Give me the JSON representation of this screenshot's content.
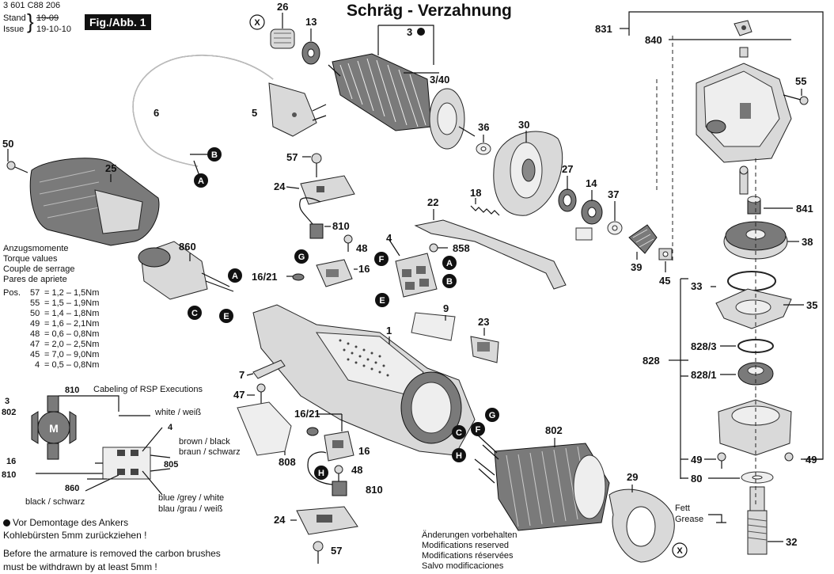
{
  "header": {
    "doc_number": "3 601 C88 206",
    "stand_label": "Stand",
    "issue_label": "Issue",
    "stand_date": "19-09",
    "issue_date": "19-10-10",
    "fig_label": "Fig./Abb. 1",
    "title": "Schräg - Verzahnung"
  },
  "torque": {
    "heading": [
      "Anzugsmomente",
      "Torque values",
      "Couple de serrage",
      "Pares de apriete"
    ],
    "pos_label": "Pos.",
    "rows": [
      {
        "pos": "57",
        "range": "= 1,2  –  1,5Nm"
      },
      {
        "pos": "55",
        "range": "= 1,5  –  1,9Nm"
      },
      {
        "pos": "50",
        "range": "= 1,4  –  1,8Nm"
      },
      {
        "pos": "49",
        "range": "= 1,6  –  2,1Nm"
      },
      {
        "pos": "48",
        "range": "= 0,6  –  0,8Nm"
      },
      {
        "pos": "47",
        "range": "= 2,0  –  2,5Nm"
      },
      {
        "pos": "45",
        "range": "= 7,0  –  9,0Nm"
      },
      {
        "pos": "4",
        "range": "= 0,5  –  0,8Nm"
      }
    ]
  },
  "wiring": {
    "caption": "Cabeling of RSP Executions",
    "white": "white / weiß",
    "brown": "brown / black",
    "braun": "braun / schwarz",
    "blue": "blue /grey / white",
    "blau": "blau /grau / weiß",
    "black": "black / schwarz",
    "motor": "M",
    "labels": [
      "3",
      "802",
      "810",
      "16",
      "810",
      "4",
      "805",
      "860"
    ]
  },
  "notes": {
    "de_1": "Vor Demontage des Ankers",
    "de_2": "Kohlebürsten 5mm zurückziehen !",
    "en_1": "Before the armature is removed the carbon brushes",
    "en_2": "must be withdrawn by at least 5mm !",
    "changes": [
      "Änderungen vorbehalten",
      "Modifications reserved",
      "Modifications réservées",
      "Salvo modificaciones"
    ],
    "fett": "Fett",
    "grease": "Grease"
  },
  "callouts": {
    "n26": "26",
    "n13": "13",
    "n3": "3",
    "n3_40": "3/40",
    "n5": "5",
    "n6": "6",
    "n50": "50",
    "n25": "25",
    "n57a": "57",
    "n24a": "24",
    "n810a": "810",
    "n48a": "48",
    "n858": "858",
    "n4": "4",
    "n22": "22",
    "n18": "18",
    "n36": "36",
    "n30": "30",
    "n27": "27",
    "n14": "14",
    "n37": "37",
    "n39": "39",
    "n45": "45",
    "n860": "860",
    "n16_21a": "16/21",
    "n16a": "16",
    "n9": "9",
    "n1": "1",
    "n23": "23",
    "n7": "7",
    "n47": "47",
    "n808": "808",
    "n16_21b": "16/21",
    "n16b": "16",
    "n48b": "48",
    "n810b": "810",
    "n24b": "24",
    "n57b": "57",
    "n802": "802",
    "n29": "29",
    "n831": "831",
    "n840": "840",
    "n55": "55",
    "n841": "841",
    "n38": "38",
    "n33": "33",
    "n35": "35",
    "n828": "828",
    "n828_3": "828/3",
    "n828_1": "828/1",
    "n49a": "49",
    "n49b": "49",
    "n80": "80",
    "n32": "32"
  },
  "letters": {
    "A": "A",
    "B": "B",
    "C": "C",
    "E": "E",
    "F": "F",
    "G": "G",
    "H": "H",
    "X": "X"
  }
}
